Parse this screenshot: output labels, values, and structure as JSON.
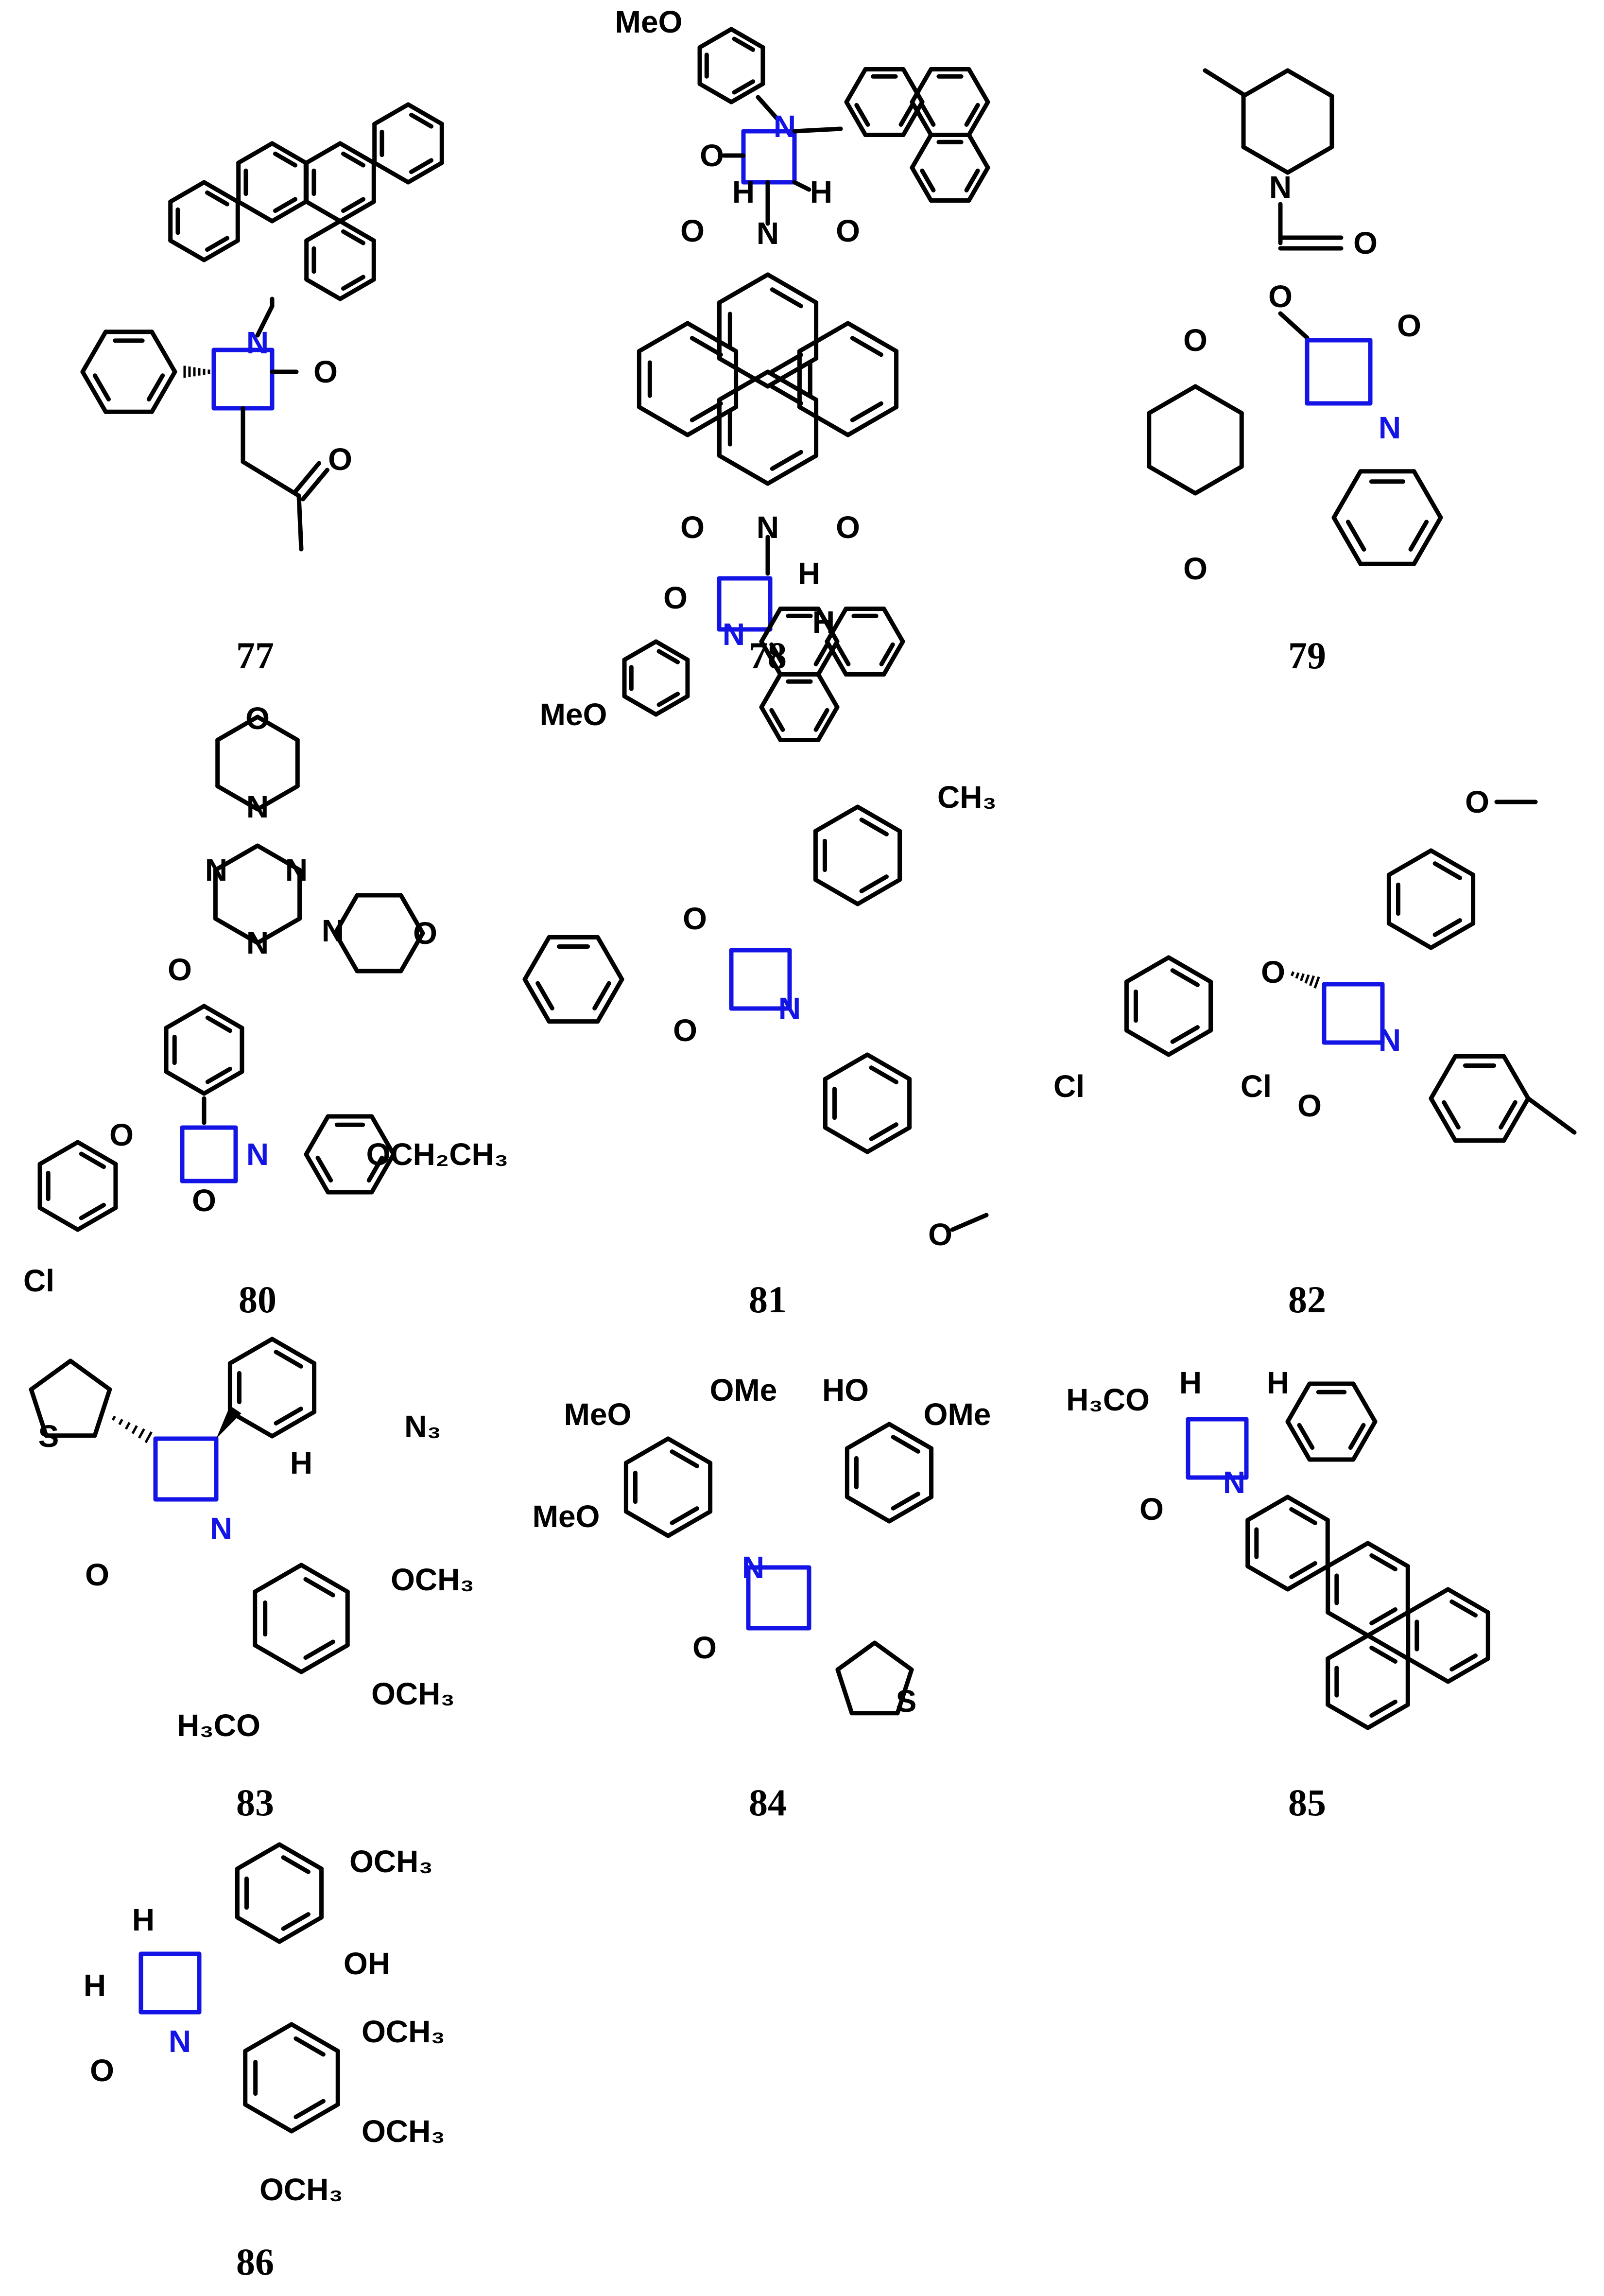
{
  "colors": {
    "bond": "#000000",
    "ring": "#1414e6",
    "background": "#ffffff"
  },
  "compounds": [
    {
      "number": "77",
      "labels": [
        "N",
        "O",
        "O"
      ]
    },
    {
      "number": "78",
      "labels": [
        "MeO",
        "N",
        "O",
        "H",
        "H",
        "O",
        "N",
        "O",
        "O",
        "N",
        "O",
        "H",
        "O",
        "H",
        "N",
        "MeO"
      ]
    },
    {
      "number": "79",
      "labels": [
        "N",
        "O",
        "O",
        "O",
        "O",
        "N",
        "O"
      ]
    },
    {
      "number": "80",
      "labels": [
        "O",
        "N",
        "N",
        "N",
        "N",
        "O",
        "N",
        "O",
        "O",
        "N",
        "OCH₂CH₃",
        "O",
        "Cl"
      ]
    },
    {
      "number": "81",
      "labels": [
        "CH₃",
        "O",
        "O",
        "N",
        "O"
      ]
    },
    {
      "number": "82",
      "labels": [
        "O",
        "O",
        "Cl",
        "Cl",
        "N",
        "O"
      ]
    },
    {
      "number": "83",
      "labels": [
        "S",
        "N₃",
        "H",
        "O",
        "N",
        "OCH₃",
        "H₃CO",
        "OCH₃"
      ]
    },
    {
      "number": "84",
      "labels": [
        "OMe",
        "HO",
        "MeO",
        "OMe",
        "MeO",
        "N",
        "O",
        "S"
      ]
    },
    {
      "number": "85",
      "labels": [
        "H₃CO",
        "H",
        "H",
        "O",
        "N"
      ]
    },
    {
      "number": "86",
      "labels": [
        "OCH₃",
        "H",
        "H",
        "OH",
        "N",
        "O",
        "OCH₃",
        "OCH₃",
        "OCH₃"
      ]
    }
  ]
}
